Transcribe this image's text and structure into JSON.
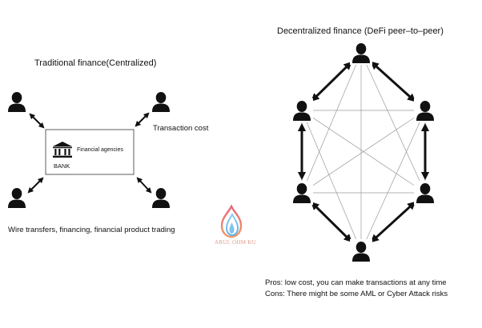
{
  "traditional": {
    "title": "Traditional finance(Centralized)",
    "center_title": "Financial agencies",
    "bank_label": "BANK",
    "cost_label": "Transaction cost",
    "services": "Wire transfers, financing, financial product trading"
  },
  "defi": {
    "title": "Decentralized finance (DeFi peer–to–peer)"
  },
  "notes": {
    "pros": "Pros: low cost, you can make transactions at any time",
    "cons": "Cons: There might be some AML or Cyber Attack risks"
  },
  "watermark": {
    "label": "ARUL OHM KU",
    "colors": [
      "#e8637a",
      "#f29a64",
      "#5fb0e4",
      "#8fcdf1"
    ]
  },
  "icons": {
    "person": "person-icon",
    "bank": "bank-icon",
    "arrow": "double-arrow-icon"
  }
}
